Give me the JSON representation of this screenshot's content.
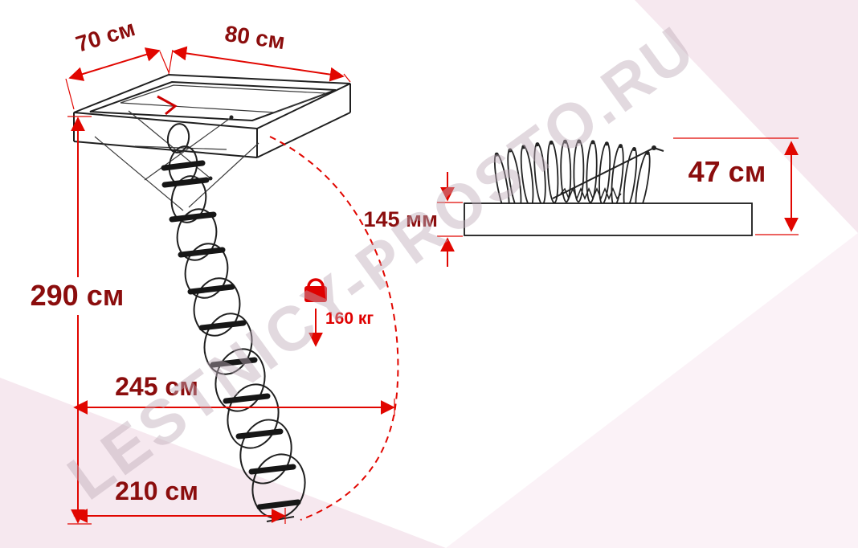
{
  "watermark": {
    "text": "LESTNICY-PROSTO.RU"
  },
  "colors": {
    "dimension_text": "#8b0d0d",
    "arrow_red": "#e10600",
    "load_red": "#df0000",
    "background_pink": "#f6e8ef",
    "ladder_line": "#1f1f1f"
  },
  "left_view": {
    "dim_top_left": "70 см",
    "dim_top_right": "80 см",
    "dim_height": "290 см",
    "dim_reach": "245 см",
    "dim_floor": "210 см",
    "max_load": "160 кг"
  },
  "side_view": {
    "dim_box_thickness": "145 мм",
    "dim_folded_height": "47 см"
  }
}
